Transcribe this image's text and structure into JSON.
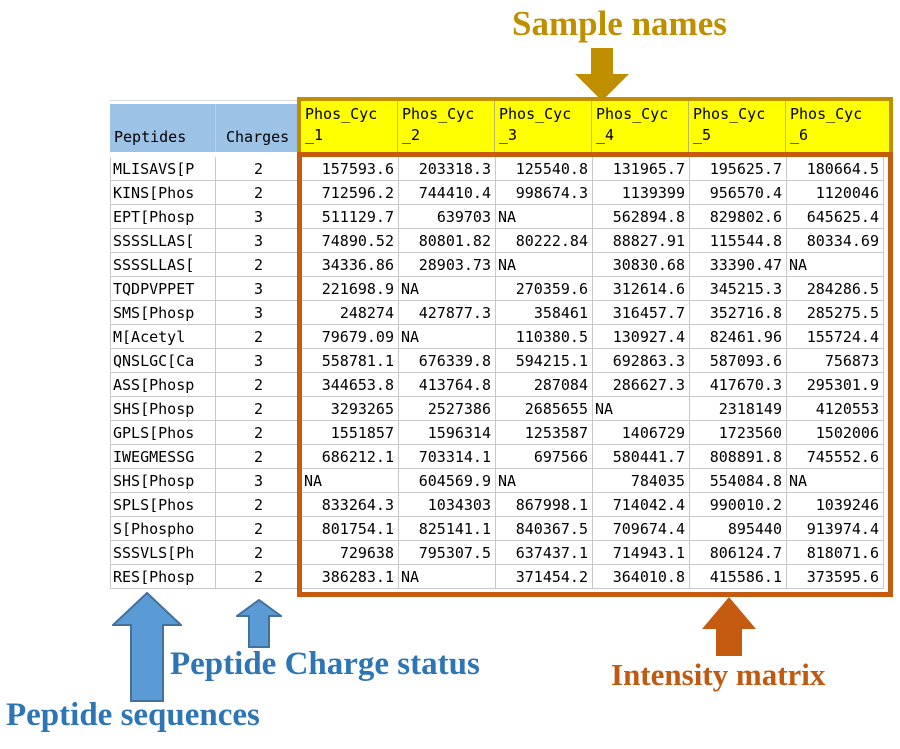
{
  "annotations": {
    "sample_names": "Sample names",
    "peptide_sequences": "Peptide sequences",
    "peptide_charge_status": "Peptide Charge status",
    "intensity_matrix": "Intensity matrix"
  },
  "colors": {
    "header_fill_blue": "#9CC2E5",
    "sample_header_fill": "#FFFF00",
    "sample_header_border": "#BF8F00",
    "intensity_border": "#C55A11",
    "annotation_blue": "#2E75B6",
    "annotation_gold": "#BF8F00",
    "annotation_orange": "#C05A11",
    "blue_arrow_fill": "#5B9BD5",
    "blue_arrow_stroke": "#41719C"
  },
  "table": {
    "peptides_header": "Peptides",
    "charges_header": "Charges",
    "sample_header_prefix": "Phos_Cyc",
    "sample_header_suffixes": [
      "_1",
      "_2",
      "_3",
      "_4",
      "_5",
      "_6"
    ],
    "rows": [
      {
        "peptide": "MLISAVS[P",
        "charge": "2",
        "values": [
          "157593.6",
          "203318.3",
          "125540.8",
          "131965.7",
          "195625.7",
          "180664.5"
        ]
      },
      {
        "peptide": "KINS[Phos",
        "charge": "2",
        "values": [
          "712596.2",
          "744410.4",
          "998674.3",
          "1139399",
          "956570.4",
          "1120046"
        ]
      },
      {
        "peptide": "EPT[Phosp",
        "charge": "3",
        "values": [
          "511129.7",
          "639703",
          "NA",
          "562894.8",
          "829802.6",
          "645625.4"
        ]
      },
      {
        "peptide": "SSSSLLAS[",
        "charge": "3",
        "values": [
          "74890.52",
          "80801.82",
          "80222.84",
          "88827.91",
          "115544.8",
          "80334.69"
        ]
      },
      {
        "peptide": "SSSSLLAS[",
        "charge": "2",
        "values": [
          "34336.86",
          "28903.73",
          "NA",
          "30830.68",
          "33390.47",
          "NA"
        ]
      },
      {
        "peptide": "TQDPVPPET",
        "charge": "3",
        "values": [
          "221698.9",
          "NA",
          "270359.6",
          "312614.6",
          "345215.3",
          "284286.5"
        ]
      },
      {
        "peptide": "SMS[Phosp",
        "charge": "3",
        "values": [
          "248274",
          "427877.3",
          "358461",
          "316457.7",
          "352716.8",
          "285275.5"
        ]
      },
      {
        "peptide": "M[Acetyl",
        "charge": "2",
        "values": [
          "79679.09",
          "NA",
          "110380.5",
          "130927.4",
          "82461.96",
          "155724.4"
        ]
      },
      {
        "peptide": "QNSLGC[Ca",
        "charge": "3",
        "values": [
          "558781.1",
          "676339.8",
          "594215.1",
          "692863.3",
          "587093.6",
          "756873"
        ]
      },
      {
        "peptide": "ASS[Phosp",
        "charge": "2",
        "values": [
          "344653.8",
          "413764.8",
          "287084",
          "286627.3",
          "417670.3",
          "295301.9"
        ]
      },
      {
        "peptide": "SHS[Phosp",
        "charge": "2",
        "values": [
          "3293265",
          "2527386",
          "2685655",
          "NA",
          "2318149",
          "4120553"
        ]
      },
      {
        "peptide": "GPLS[Phos",
        "charge": "2",
        "values": [
          "1551857",
          "1596314",
          "1253587",
          "1406729",
          "1723560",
          "1502006"
        ]
      },
      {
        "peptide": "IWEGMESSG",
        "charge": "2",
        "values": [
          "686212.1",
          "703314.1",
          "697566",
          "580441.7",
          "808891.8",
          "745552.6"
        ]
      },
      {
        "peptide": "SHS[Phosp",
        "charge": "3",
        "values": [
          "NA",
          "604569.9",
          "NA",
          "784035",
          "554084.8",
          "NA"
        ]
      },
      {
        "peptide": "SPLS[Phos",
        "charge": "2",
        "values": [
          "833264.3",
          "1034303",
          "867998.1",
          "714042.4",
          "990010.2",
          "1039246"
        ]
      },
      {
        "peptide": "S[Phospho",
        "charge": "2",
        "values": [
          "801754.1",
          "825141.1",
          "840367.5",
          "709674.4",
          "895440",
          "913974.4"
        ]
      },
      {
        "peptide": "SSSVLS[Ph",
        "charge": "2",
        "values": [
          "729638",
          "795307.5",
          "637437.1",
          "714943.1",
          "806124.7",
          "818071.6"
        ]
      },
      {
        "peptide": "RES[Phosp",
        "charge": "2",
        "values": [
          "386283.1",
          "NA",
          "371454.2",
          "364010.8",
          "415586.1",
          "373595.6"
        ]
      }
    ]
  }
}
